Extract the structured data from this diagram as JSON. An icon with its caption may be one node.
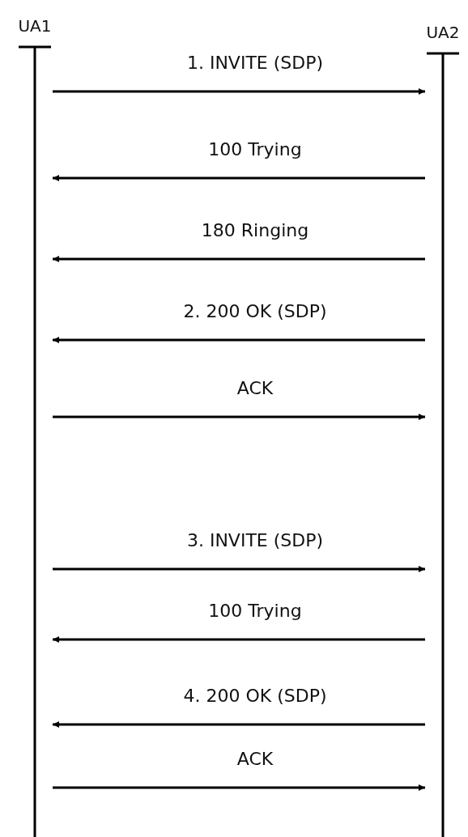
{
  "diagram": {
    "nodes": [
      {
        "text": [
          "UA1"
        ]
      },
      {
        "text": [
          "UA2"
        ]
      }
    ],
    "edges": [
      {
        "from": 0,
        "to": 1,
        "arrow": "to",
        "label": "1. INVITE (SDP)"
      },
      {
        "from": 1,
        "to": 0,
        "arrow": "to",
        "label": "100 Trying"
      },
      {
        "from": 1,
        "to": 0,
        "arrow": "to",
        "label": "180 Ringing"
      },
      {
        "from": 1,
        "to": 0,
        "arrow": "to",
        "label": "2. 200 OK (SDP)"
      },
      {
        "from": 0,
        "to": 1,
        "arrow": "to",
        "label": "ACK"
      },
      {
        "from": 0,
        "to": 1,
        "arrow": "to",
        "label": "3. INVITE (SDP)"
      },
      {
        "from": 1,
        "to": 0,
        "arrow": "to",
        "label": "100 Trying"
      },
      {
        "from": 1,
        "to": 0,
        "arrow": "to",
        "label": "4. 200 OK (SDP)"
      },
      {
        "from": 0,
        "to": 1,
        "arrow": "to",
        "label": "ACK"
      }
    ]
  }
}
